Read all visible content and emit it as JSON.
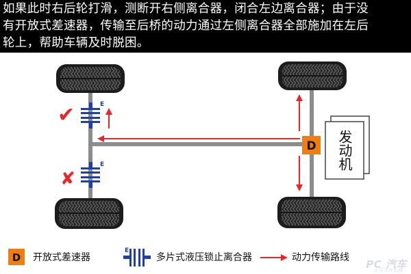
{
  "header": {
    "lines": [
      "如果此时右后轮打滑，测断开右侧离合器，闭合左边离合器；由于没",
      "有开放式差速器，传输至后桥的动力通过左侧离合器全部施加在左后",
      "轮上，帮助车辆及时脱困。"
    ]
  },
  "diagram": {
    "differential_letter": "D",
    "engine_label": "发动机",
    "clutch_letter": "E",
    "closed_mark": "✔",
    "open_mark": "✘"
  },
  "legend": {
    "differential_text": "开放式差速器",
    "clutch_text": "多片式液压锁止离合器",
    "arrow_text": "动力传输路线"
  },
  "colors": {
    "accent_red": "#e8262a",
    "shaft_gray": "#8c8c8c",
    "clutch_blue": "#1f3fa8",
    "diff_orange": "#f07d12",
    "tire_dark": "#1c1c1c"
  },
  "watermark": {
    "brand": "PC 汽车",
    "sub": "太平洋汽车网"
  }
}
